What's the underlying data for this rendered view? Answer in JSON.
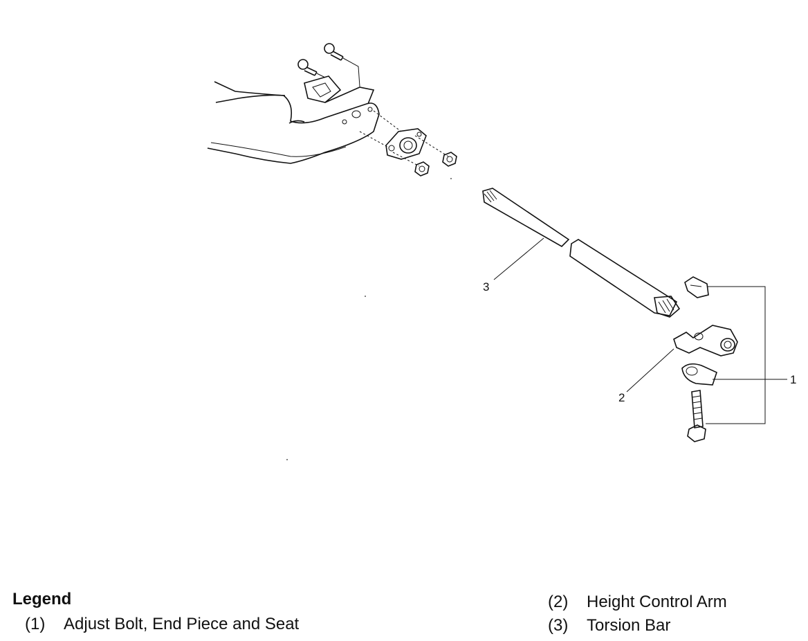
{
  "callouts": {
    "c1": "1",
    "c2": "2",
    "c3": "3"
  },
  "legend": {
    "title": "Legend",
    "items": [
      {
        "num": "(1)",
        "text": "Adjust Bolt, End Piece and Seat"
      },
      {
        "num": "(2)",
        "text": "Height Control Arm"
      },
      {
        "num": "(3)",
        "text": "Torsion Bar"
      }
    ]
  }
}
